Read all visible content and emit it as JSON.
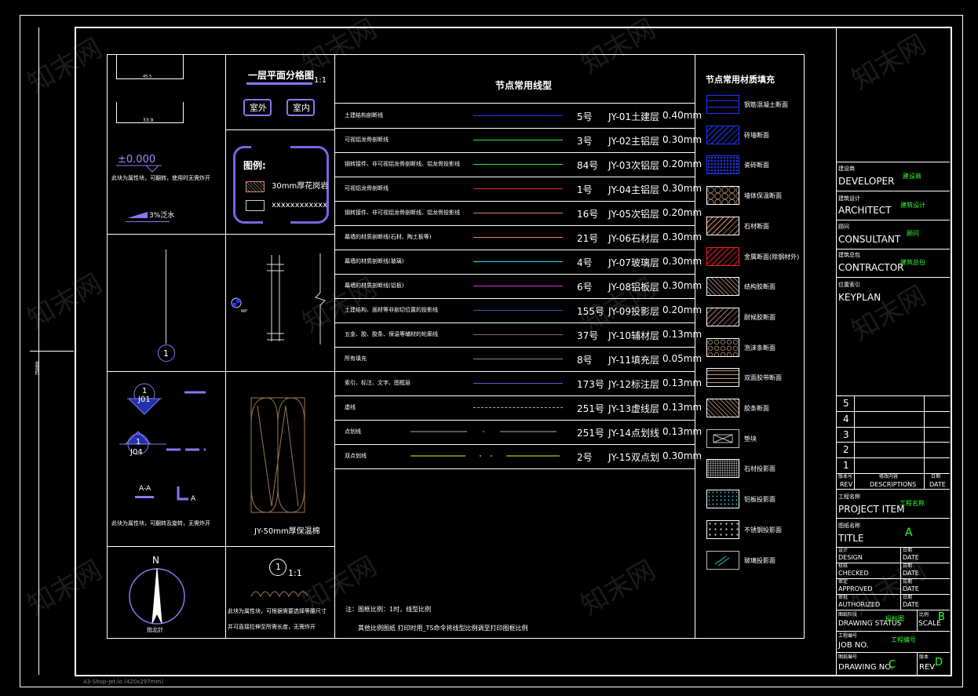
{
  "sheet_label": "A3-Shop-Jet.lo (420x297mm)",
  "side_label": "会签栏",
  "watermark": "知末网",
  "colors": {
    "blue": "#2233ff",
    "green": "#33ee33",
    "cyan": "#22ddee",
    "yellow": "#eeee22",
    "purple": "#aa88ff"
  },
  "left_panels": {
    "dim_top": "45.5",
    "dim_mid": "33.9",
    "level": "±0.000",
    "level_note": "此块为属性块，可翻转，使用时无需炸开",
    "slope": "3%泛水",
    "axis_num": "1",
    "section1_num": "1",
    "section1_code": "J01",
    "section2_num": "1",
    "section2_code": "J04",
    "cut_label": "A-A",
    "cut_mark": "A",
    "section_note": "此块为属性块，可翻转及旋转，无需炸开",
    "north": "N",
    "north_label": "指北针"
  },
  "mid_panels": {
    "plan_title": "一层平面分格图",
    "plan_scale": "1:1",
    "btn_outdoor": "室外",
    "btn_indoor": "室内",
    "legend_title": "图例:",
    "legend_item1": "30mm厚花岗岩",
    "legend_item2": "xxxxxxxxxxxx",
    "wp": "WP",
    "insul_label": "JY-50mm厚保温棉",
    "detail_num": "1",
    "detail_scale": "1:1",
    "detail_note1": "此块为属性块，可根据需要选择等腰尺寸",
    "detail_note2": "并可直接拉伸至所需长度，无需炸开"
  },
  "linetypes": {
    "title": "节点常用线型",
    "rows": [
      {
        "desc": "土建结构剖断线",
        "color": "#2233ff",
        "style": "solid",
        "pen": "5号",
        "code": "JY-01土建层",
        "width": "0.40mm"
      },
      {
        "desc": "可视铝龙骨剖断线",
        "color": "#33ee33",
        "style": "solid",
        "pen": "3号",
        "code": "JY-02主铝层",
        "width": "0.30mm"
      },
      {
        "desc": "钢转接件、非可视铝龙骨剖断线、铝龙骨投影线",
        "color": "#33ee33",
        "style": "solid",
        "pen": "84号",
        "code": "JY-03次铝层",
        "width": "0.20mm"
      },
      {
        "desc": "可视铝龙骨剖断线",
        "color": "#ee2222",
        "style": "solid",
        "pen": "1号",
        "code": "JY-04主铝层",
        "width": "0.30mm"
      },
      {
        "desc": "钢转接件、非可视铝龙骨剖断线、铝龙骨投影线",
        "color": "#dd8866",
        "style": "solid",
        "pen": "16号",
        "code": "JY-05次铝层",
        "width": "0.20mm"
      },
      {
        "desc": "幕墙的材质剖断线(石材、陶土板等)",
        "color": "#ee7766",
        "style": "solid",
        "pen": "21号",
        "code": "JY-06石材层",
        "width": "0.30mm"
      },
      {
        "desc": "幕墙的材质剖断线(玻璃)",
        "color": "#22ddee",
        "style": "solid",
        "pen": "4号",
        "code": "JY-07玻璃层",
        "width": "0.30mm"
      },
      {
        "desc": "幕墙的材质剖断线(铝板)",
        "color": "#dd33dd",
        "style": "solid",
        "pen": "6号",
        "code": "JY-08铝板层",
        "width": "0.30mm"
      },
      {
        "desc": "土建结构、面材等非剖切位置的投影线",
        "color": "#3355aa",
        "style": "solid",
        "pen": "155号",
        "code": "JY-09投影层",
        "width": "0.20mm"
      },
      {
        "desc": "五金、胶、胶条、保温等辅材的轮廓线",
        "color": "#886655",
        "style": "solid",
        "pen": "37号",
        "code": "JY-10辅材层",
        "width": "0.13mm"
      },
      {
        "desc": "所有填充",
        "color": "#888888",
        "style": "solid",
        "pen": "8号",
        "code": "JY-11填充层",
        "width": "0.05mm"
      },
      {
        "desc": "索引、标注、文字、图框层",
        "color": "#6655cc",
        "style": "solid",
        "pen": "173号",
        "code": "JY-12标注层",
        "width": "0.13mm"
      },
      {
        "desc": "虚线",
        "color": "#aaaaaa",
        "style": "dashed",
        "pen": "251号",
        "code": "JY-13虚线层",
        "width": "0.13mm"
      },
      {
        "desc": "点划线",
        "color": "#aaaaaa",
        "style": "dashdot",
        "pen": "251号",
        "code": "JY-14点划线",
        "width": "0.13mm"
      },
      {
        "desc": "双点划线",
        "color": "#eeee22",
        "style": "dashdot2",
        "pen": "2号",
        "code": "JY-15双点划",
        "width": "0.30mm"
      }
    ],
    "note1": "注：图框比例：1时，线型比例",
    "note2": "其他比例图纸 打印时用_TS命令将线型比例调至打印图框比例"
  },
  "materials": {
    "title": "节点常用材质填充",
    "items": [
      {
        "label": "钢筋混凝土断面",
        "color": "#2233ff",
        "pattern": "conc"
      },
      {
        "label": "砖墙断面",
        "color": "#2233ff",
        "pattern": "hatch"
      },
      {
        "label": "瓷砖断面",
        "color": "#2233ff",
        "pattern": "dots"
      },
      {
        "label": "墙体保温断面",
        "color": "#bb9977",
        "pattern": "hex"
      },
      {
        "label": "石材断面",
        "color": "#dd8866",
        "pattern": "hatch"
      },
      {
        "label": "金属断面(除钢材外)",
        "color": "#ee2222",
        "pattern": "hatch"
      },
      {
        "label": "结构胶断面",
        "color": "#997766",
        "pattern": "cross"
      },
      {
        "label": "耐候胶断面",
        "color": "#997766",
        "pattern": "hatch"
      },
      {
        "label": "泡沫条断面",
        "color": "#bb9977",
        "pattern": "circles"
      },
      {
        "label": "双面胶带断面",
        "color": "#bb9977",
        "pattern": "brick"
      },
      {
        "label": "胶条断面",
        "color": "#997766",
        "pattern": "cross"
      },
      {
        "label": "垫块",
        "color": "#bbbbbb",
        "pattern": "box"
      },
      {
        "label": "石材投影面",
        "color": "#aaaaaa",
        "pattern": "speck"
      },
      {
        "label": "铝板投影面",
        "color": "#22ccee",
        "pattern": "fine"
      },
      {
        "label": "不锈钢投影面",
        "color": "#cccccc",
        "pattern": "sparse"
      },
      {
        "label": "玻璃投影面",
        "color": "#22ccee",
        "pattern": "glass"
      }
    ]
  },
  "title_block": {
    "developer_cn": "建设商",
    "developer": "DEVELOPER",
    "developer_val": "建设商",
    "architect_cn": "建筑设计",
    "architect": "ARCHITECT",
    "architect_val": "建筑设计",
    "consultant_cn": "顾问",
    "consultant": "CONSULTANT",
    "consultant_val": "顾问",
    "contractor_cn": "建筑总包",
    "contractor": "CONTRACTOR",
    "contractor_val": "建筑总包",
    "keyplan_cn": "位置索引",
    "keyplan": "KEYPLAN",
    "rev_nums": [
      "5",
      "4",
      "3",
      "2",
      "1"
    ],
    "rev_cn": "版本号",
    "rev": "REV",
    "desc_cn": "修改内容",
    "desc": "DESCRIPTIONS",
    "date_cn": "日期",
    "date": "DATE",
    "project_cn": "工程名称",
    "project": "PROJECT ITEM",
    "project_val": "工程名称",
    "title_cn": "图纸名称",
    "title": "TITLE",
    "title_val": "A",
    "design_cn": "设计",
    "design": "DESIGN",
    "checked_cn": "校核",
    "checked": "CHECKED",
    "approved_cn": "审定",
    "approved": "APPROVED",
    "authorized_cn": "审批",
    "authorized": "AUTHORIZED",
    "status_cn": "图纸阶段",
    "status": "DRAWING STATUS",
    "status_val": "投标图",
    "scale_cn": "比例",
    "scale": "SCALE",
    "scale_val": "B",
    "job_cn": "工程编号",
    "job": "JOB NO.",
    "job_val": "工程编号",
    "dwg_cn": "图纸编号",
    "dwg": "DRAWING NO.",
    "dwg_val": "C",
    "revno_cn": "版本",
    "revno": "REV",
    "revno_val": "D"
  }
}
